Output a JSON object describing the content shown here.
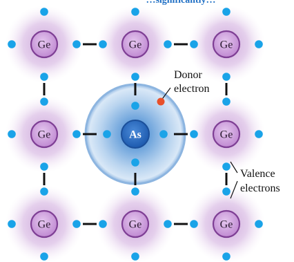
{
  "header_text": "…significantly…",
  "atoms": [
    {
      "symbol": "Ge",
      "row": 0,
      "col": 0
    },
    {
      "symbol": "Ge",
      "row": 0,
      "col": 1
    },
    {
      "symbol": "Ge",
      "row": 0,
      "col": 2
    },
    {
      "symbol": "Ge",
      "row": 1,
      "col": 0
    },
    {
      "symbol": "As",
      "row": 1,
      "col": 1
    },
    {
      "symbol": "Ge",
      "row": 1,
      "col": 2
    },
    {
      "symbol": "Ge",
      "row": 2,
      "col": 0
    },
    {
      "symbol": "Ge",
      "row": 2,
      "col": 1
    },
    {
      "symbol": "Ge",
      "row": 2,
      "col": 2
    }
  ],
  "annotations": {
    "donor_line1": "Donor",
    "donor_line2": "electron",
    "valence_line1": "Valence",
    "valence_line2": "electrons"
  },
  "colors": {
    "halo": "#d6b4e0",
    "ge_core": "#c895d6",
    "ge_ring": "#7e3e94",
    "electron": "#1aa3e8",
    "bond": "#111111",
    "donor": "#e8502a",
    "as_halo": "#c8dcf2",
    "as_outer": "#7fb0e0",
    "as_core": "#2a6bc0",
    "as_text": "#ffffff",
    "header": "#1f6fc4"
  }
}
